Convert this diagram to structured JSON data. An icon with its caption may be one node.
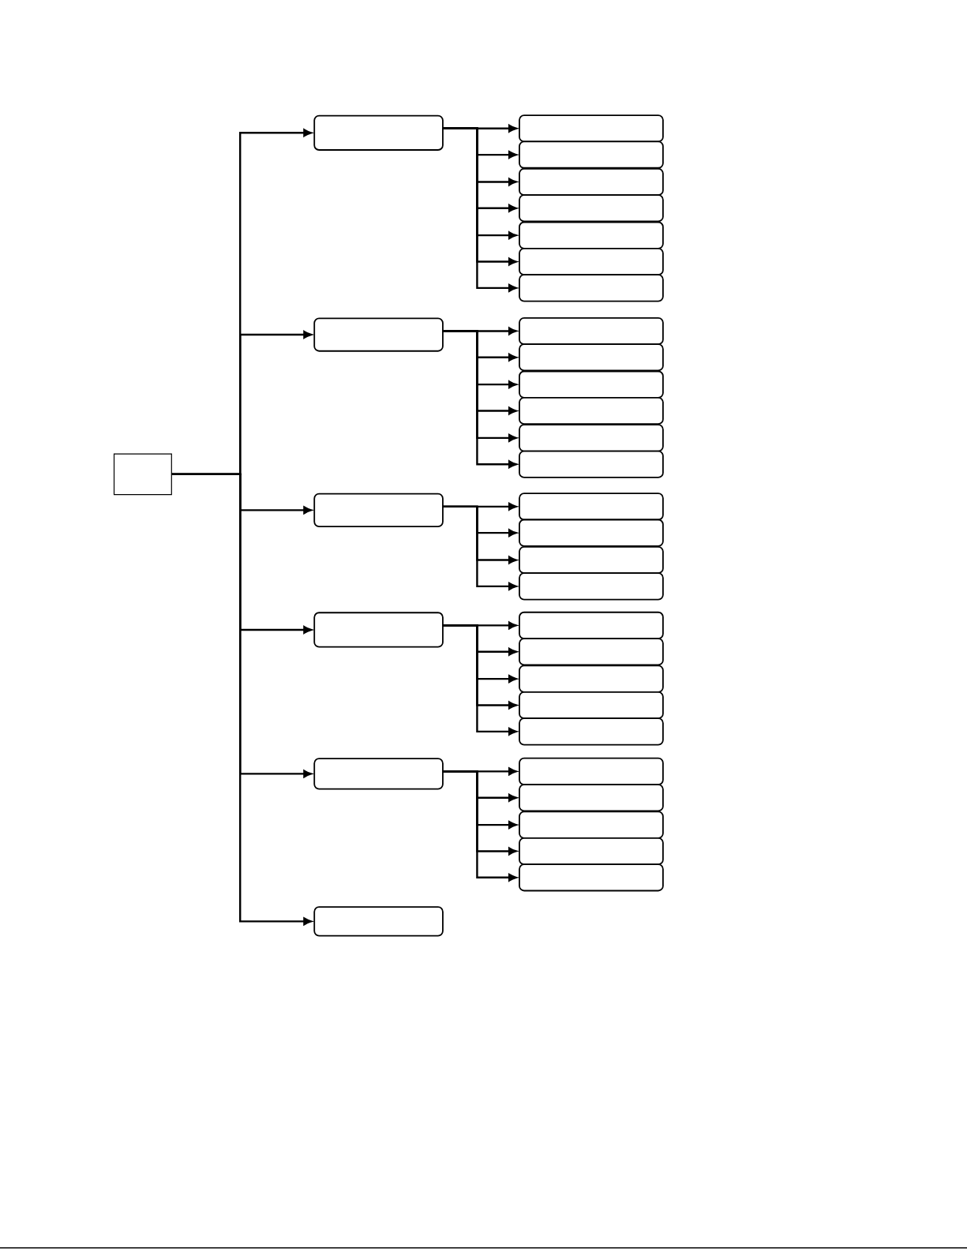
{
  "diagram": {
    "nodes": [
      {
        "text": [],
        "shape": "box"
      },
      {
        "text": [],
        "shape": "box"
      },
      {
        "text": [],
        "shape": "box"
      },
      {
        "text": [],
        "shape": "box"
      },
      {
        "text": [],
        "shape": "box"
      },
      {
        "text": [],
        "shape": "box"
      },
      {
        "text": [],
        "shape": "box"
      },
      {
        "text": [],
        "shape": "box"
      },
      {
        "text": [],
        "shape": "box"
      },
      {
        "text": [],
        "shape": "box"
      },
      {
        "text": [],
        "shape": "box"
      },
      {
        "text": [],
        "shape": "box"
      },
      {
        "text": [],
        "shape": "box"
      },
      {
        "text": [],
        "shape": "box"
      },
      {
        "text": [],
        "shape": "box"
      },
      {
        "text": [],
        "shape": "box"
      },
      {
        "text": [],
        "shape": "box"
      },
      {
        "text": [],
        "shape": "box"
      },
      {
        "text": [],
        "shape": "box"
      },
      {
        "text": [],
        "shape": "box"
      },
      {
        "text": [],
        "shape": "box"
      },
      {
        "text": [],
        "shape": "box"
      },
      {
        "text": [],
        "shape": "box"
      },
      {
        "text": [],
        "shape": "box"
      },
      {
        "text": [],
        "shape": "box"
      },
      {
        "text": [],
        "shape": "box"
      },
      {
        "text": [],
        "shape": "box"
      },
      {
        "text": [],
        "shape": "box"
      },
      {
        "text": [],
        "shape": "box"
      },
      {
        "text": [],
        "shape": "box"
      },
      {
        "text": [],
        "shape": "box"
      },
      {
        "text": [],
        "shape": "box"
      },
      {
        "text": [],
        "shape": "box"
      },
      {
        "text": [],
        "shape": "box"
      }
    ],
    "edges": [
      {
        "from": 0,
        "to": 1,
        "arrow": "to"
      },
      {
        "from": 0,
        "to": 9,
        "arrow": "to"
      },
      {
        "from": 0,
        "to": 16,
        "arrow": "to"
      },
      {
        "from": 0,
        "to": 21,
        "arrow": "to"
      },
      {
        "from": 0,
        "to": 27,
        "arrow": "to"
      },
      {
        "from": 0,
        "to": 33,
        "arrow": "to"
      },
      {
        "from": 1,
        "to": 2,
        "arrow": "to"
      },
      {
        "from": 1,
        "to": 3,
        "arrow": "to"
      },
      {
        "from": 1,
        "to": 4,
        "arrow": "to"
      },
      {
        "from": 1,
        "to": 5,
        "arrow": "to"
      },
      {
        "from": 1,
        "to": 6,
        "arrow": "to"
      },
      {
        "from": 1,
        "to": 7,
        "arrow": "to"
      },
      {
        "from": 1,
        "to": 8,
        "arrow": "to"
      },
      {
        "from": 9,
        "to": 10,
        "arrow": "to"
      },
      {
        "from": 9,
        "to": 11,
        "arrow": "to"
      },
      {
        "from": 9,
        "to": 12,
        "arrow": "to"
      },
      {
        "from": 9,
        "to": 13,
        "arrow": "to"
      },
      {
        "from": 9,
        "to": 14,
        "arrow": "to"
      },
      {
        "from": 9,
        "to": 15,
        "arrow": "to"
      },
      {
        "from": 16,
        "to": 17,
        "arrow": "to"
      },
      {
        "from": 16,
        "to": 18,
        "arrow": "to"
      },
      {
        "from": 16,
        "to": 19,
        "arrow": "to"
      },
      {
        "from": 16,
        "to": 20,
        "arrow": "to"
      },
      {
        "from": 21,
        "to": 22,
        "arrow": "to"
      },
      {
        "from": 21,
        "to": 23,
        "arrow": "to"
      },
      {
        "from": 21,
        "to": 24,
        "arrow": "to"
      },
      {
        "from": 21,
        "to": 25,
        "arrow": "to"
      },
      {
        "from": 21,
        "to": 26,
        "arrow": "to"
      },
      {
        "from": 27,
        "to": 28,
        "arrow": "to"
      },
      {
        "from": 27,
        "to": 29,
        "arrow": "to"
      },
      {
        "from": 27,
        "to": 30,
        "arrow": "to"
      },
      {
        "from": 27,
        "to": 31,
        "arrow": "to"
      },
      {
        "from": 27,
        "to": 32,
        "arrow": "to"
      }
    ]
  }
}
